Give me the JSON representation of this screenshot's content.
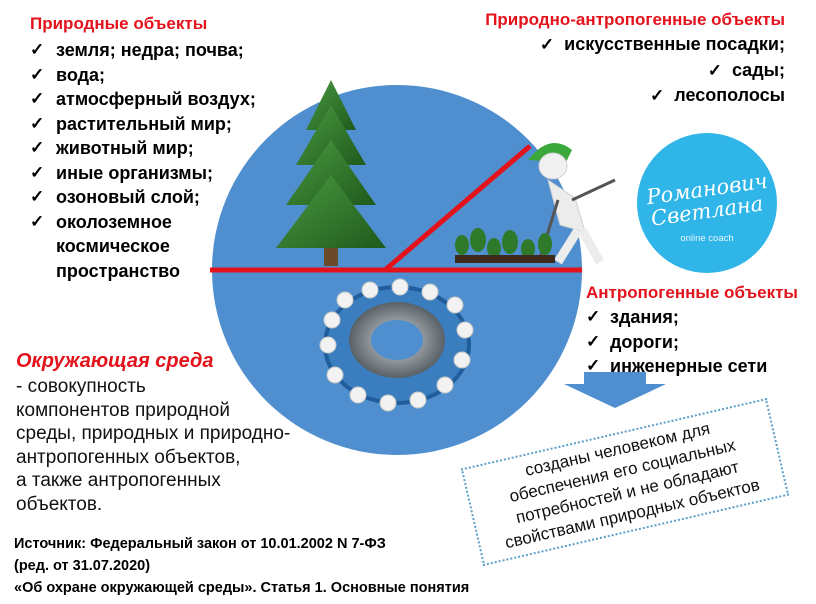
{
  "natural": {
    "title": "Природные объекты",
    "items": [
      "земля; недра; почва;",
      "вода;",
      "атмосферный воздух;",
      "растительный мир;",
      "животный мир;",
      "иные организмы;",
      "озоновый слой;",
      "околоземное",
      "космическое",
      "пространство"
    ]
  },
  "mixed": {
    "title": "Природно-антропогенные объекты",
    "items": [
      "искусственные посадки;",
      "сады;",
      "лесополосы"
    ]
  },
  "anthropogenic": {
    "title": "Антропогенные объекты",
    "items": [
      "здания;",
      "дороги;",
      "инженерные сети"
    ]
  },
  "definition": {
    "title": "Окружающая среда",
    "lines": [
      "-    совокупность",
      "компонентов природной",
      "среды, природных и природно-",
      "антропогенных объектов,",
      "а также антропогенных",
      "объектов."
    ]
  },
  "note": {
    "lines": [
      "созданы человеком для",
      "обеспечения его социальных",
      "потребностей и не обладают",
      "свойствами природных объектов"
    ]
  },
  "logo": {
    "line1": "Романович",
    "line2": "Светлана",
    "line3": "online coach"
  },
  "source": {
    "lines": [
      "Источник: Федеральный закон от 10.01.2002 N 7-ФЗ",
      "(ред. от 31.07.2020)",
      "«Об охране окружающей среды». Статья 1. Основные понятия"
    ]
  },
  "colors": {
    "accent_red": "#e3121b",
    "circle_blue": "#4f8fcf",
    "logo_blue": "#2fb5e8",
    "note_border": "#5aa0c8"
  }
}
